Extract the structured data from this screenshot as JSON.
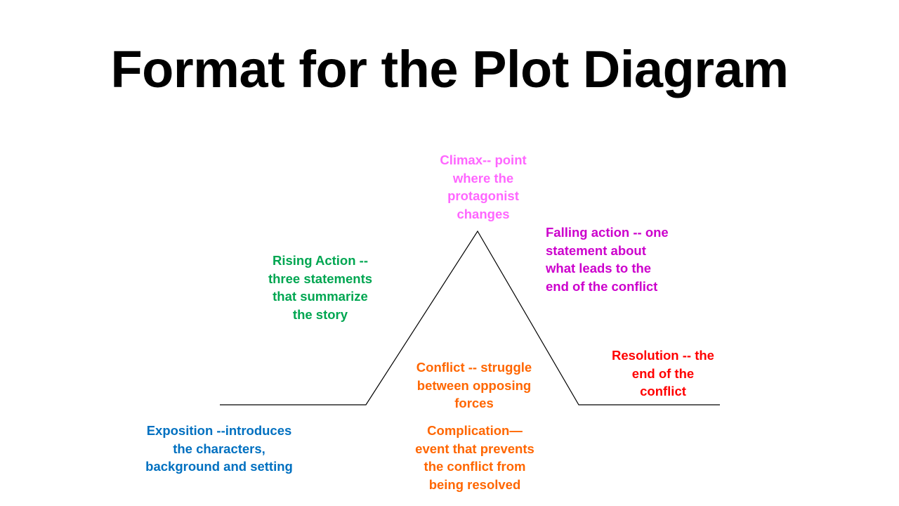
{
  "title": "Format for the Plot Diagram",
  "colors": {
    "climax": "#ff66ff",
    "falling_action": "#cc00cc",
    "rising_action": "#00a651",
    "conflict": "#ff6600",
    "complication": "#ff6600",
    "resolution": "#ff0000",
    "exposition": "#0070c0",
    "line": "#000000"
  },
  "labels": {
    "climax": [
      "Climax-- point",
      "where the",
      "protagonist",
      "changes"
    ],
    "falling_action": [
      "Falling action -- one",
      "statement about",
      "what leads to the",
      "end of the conflict"
    ],
    "rising_action": [
      "Rising Action --",
      "three statements",
      "that summarize",
      "the story"
    ],
    "conflict": [
      "Conflict -- struggle",
      "between opposing",
      "forces"
    ],
    "resolution": [
      "Resolution -- the",
      "end of the",
      "conflict"
    ],
    "exposition": [
      "Exposition --introduces",
      "the characters,",
      "background and setting"
    ],
    "complication": [
      "Complication—",
      "event that prevents",
      "the conflict from",
      "being resolved"
    ]
  }
}
